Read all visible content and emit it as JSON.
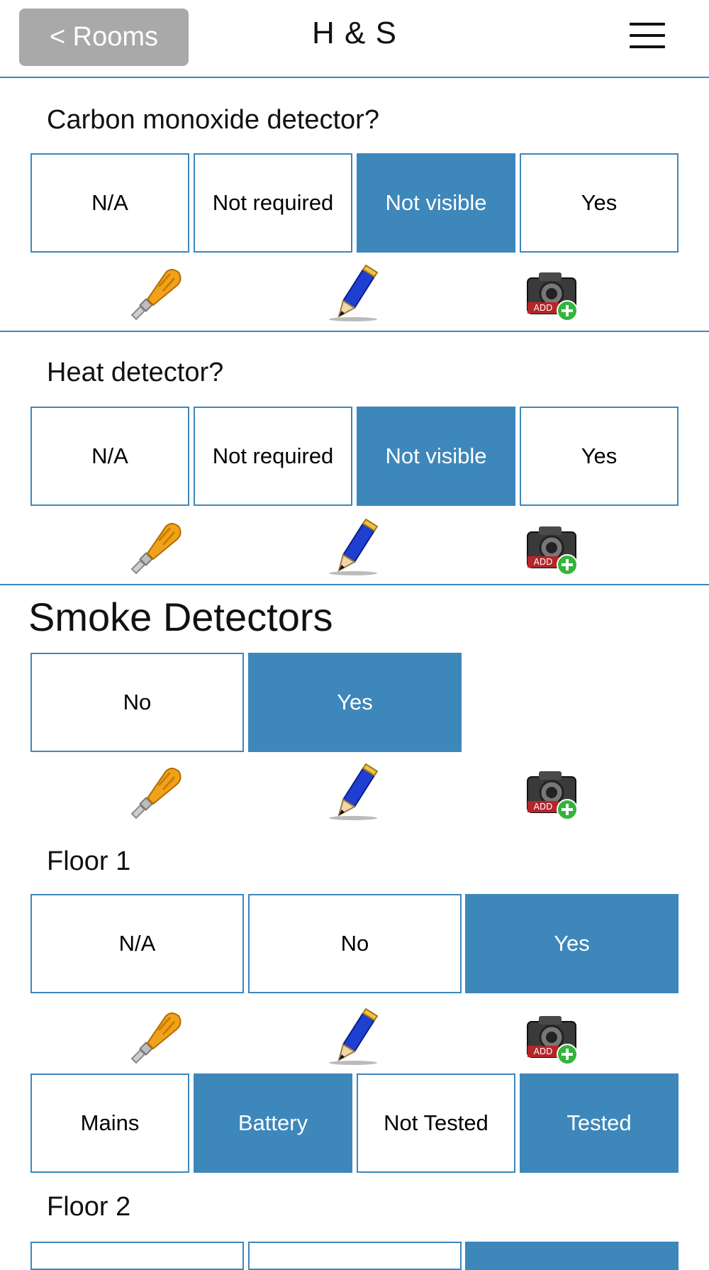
{
  "header": {
    "back_label": "< Rooms",
    "title": "H & S"
  },
  "questions": {
    "co": {
      "label": "Carbon monoxide detector?",
      "options": [
        "N/A",
        "Not required",
        "Not visible",
        "Yes"
      ],
      "selected": "Not visible"
    },
    "heat": {
      "label": "Heat detector?",
      "options": [
        "N/A",
        "Not required",
        "Not visible",
        "Yes"
      ],
      "selected": "Not visible"
    }
  },
  "smoke": {
    "heading": "Smoke Detectors",
    "options": [
      "No",
      "Yes"
    ],
    "selected": "Yes",
    "floor1": {
      "label": "Floor 1",
      "options": [
        "N/A",
        "No",
        "Yes"
      ],
      "selected": "Yes",
      "power": [
        "Mains",
        "Battery"
      ],
      "power_selected": "Battery",
      "test": [
        "Not Tested",
        "Tested"
      ],
      "test_selected": "Tested"
    },
    "floor2": {
      "label": "Floor 2"
    }
  },
  "icons": {
    "repair": "screwdriver-icon",
    "note": "pencil-icon",
    "photo": "camera-add-icon",
    "menu": "hamburger-menu-icon"
  },
  "colors": {
    "accent": "#3d87bb",
    "back_button": "#a9a9a9"
  }
}
